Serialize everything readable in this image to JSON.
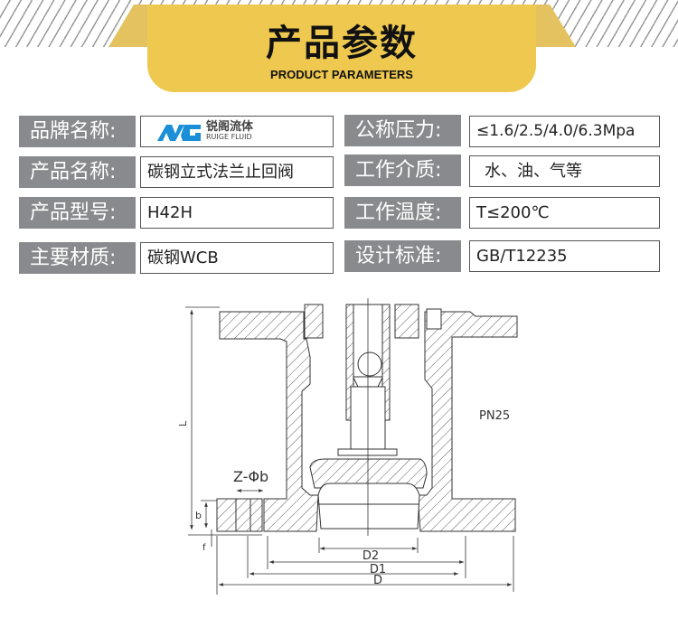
{
  "header": {
    "title": "产品参数",
    "subtitle": "PRODUCT PARAMETERS"
  },
  "params": [
    {
      "label": "品牌名称:",
      "value": "",
      "logo": {
        "cn": "锐阁流体",
        "en": "RUIGE FLUID"
      }
    },
    {
      "label": "产品名称:",
      "value": "碳钢立式法兰止回阀"
    },
    {
      "label": "产品型号:",
      "value": "H42H"
    },
    {
      "label": "主要材质:",
      "value": "碳钢WCB"
    },
    {
      "label": "公称压力:",
      "value": "≤1.6/2.5/4.0/6.3Mpa"
    },
    {
      "label": "工作介质:",
      "value": "水、油、气等"
    },
    {
      "label": "工作温度:",
      "value": "T≤200℃"
    },
    {
      "label": "设计标准:",
      "value": "GB/T12235"
    }
  ],
  "diagram": {
    "pressure": "PN25",
    "dim_L": "L",
    "dim_b": "b",
    "dim_f": "f",
    "dim_bolt": "Z-Φb",
    "dim_D2": "D2",
    "dim_D1": "D1",
    "dim_D": "D"
  },
  "colors": {
    "accent": "#efc94f",
    "label_bg": "#888a8d",
    "logo_blue": "#1a8fd8"
  }
}
